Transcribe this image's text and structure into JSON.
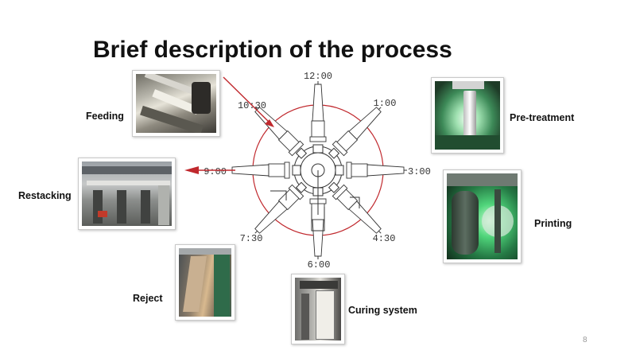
{
  "slide": {
    "title": "Brief description of the process",
    "page_number": "8"
  },
  "stations": {
    "feeding": "Feeding",
    "pretreatment": "Pre-treatment",
    "restacking": "Restacking",
    "printing": "Printing",
    "reject": "Reject",
    "curing": "Curing system"
  },
  "clock_positions": {
    "p1200": "12:00",
    "p0130": "1:00",
    "p0300": "3:00",
    "p0430": "4:30",
    "p0600": "6:00",
    "p0730": "7:30",
    "p0900": "9:00",
    "p1030": "10:30"
  },
  "colors": {
    "accent_red": "#c0282d",
    "line_gray": "#555555"
  }
}
